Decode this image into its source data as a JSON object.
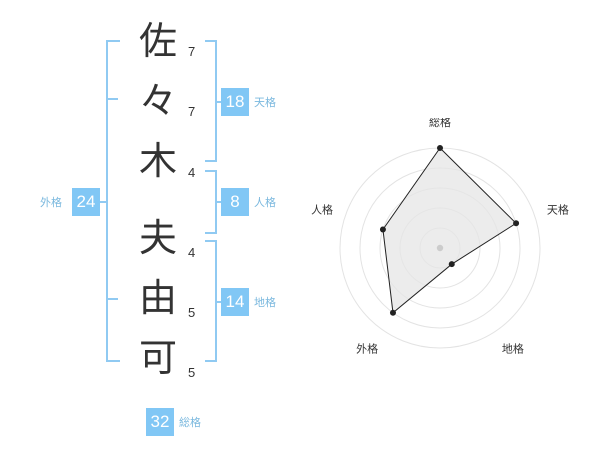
{
  "name": {
    "chars": [
      "佐",
      "々",
      "木",
      "夫",
      "由",
      "可"
    ],
    "strokes": [
      "7",
      "7",
      "4",
      "4",
      "5",
      "5"
    ]
  },
  "fortunes": {
    "tenkaku": {
      "label": "天格",
      "value": "18"
    },
    "jinkaku": {
      "label": "人格",
      "value": "8"
    },
    "chikaku": {
      "label": "地格",
      "value": "14"
    },
    "gaikaku": {
      "label": "外格",
      "value": "24"
    },
    "soukaku": {
      "label": "総格",
      "value": "32"
    }
  },
  "colors": {
    "badge": "#81c7f5",
    "bracket": "#90caf2",
    "label": "#7ab8de"
  },
  "chart_data": {
    "type": "radar",
    "axes": [
      "総格",
      "天格",
      "地格",
      "外格",
      "人格"
    ],
    "rings": 5,
    "max": 5,
    "values": [
      5,
      4,
      1,
      4,
      3
    ]
  }
}
